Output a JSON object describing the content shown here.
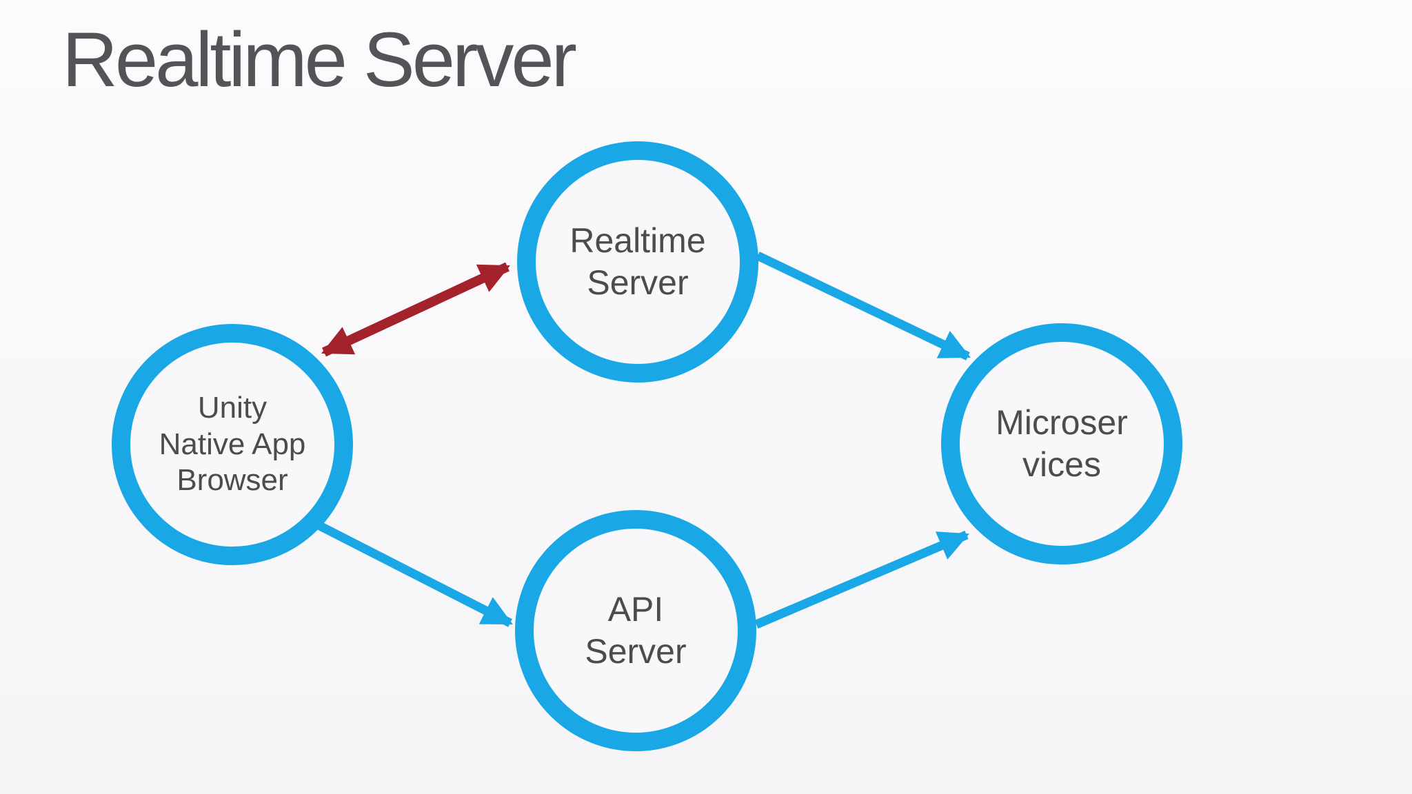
{
  "slide": {
    "title": "Realtime Server"
  },
  "colors": {
    "accent_blue": "#1aa7e5",
    "arrow_red": "#a3222b",
    "node_text_gray": "#4c4c4e",
    "title_gray": "#545357",
    "background": "#f7f6f8"
  },
  "nodes": [
    {
      "id": "unity-native-app-browser",
      "lines": [
        "Unity",
        "Native App",
        "Browser"
      ]
    },
    {
      "id": "realtime-server",
      "lines": [
        "Realtime",
        "Server"
      ]
    },
    {
      "id": "api-server",
      "lines": [
        "API",
        "Server"
      ]
    },
    {
      "id": "microservices",
      "lines": [
        "Microser",
        "vices"
      ]
    }
  ],
  "edges": [
    {
      "from": "unity-native-app-browser",
      "to": "realtime-server",
      "style": "bidirectional",
      "color": "red"
    },
    {
      "from": "realtime-server",
      "to": "microservices",
      "style": "one-way",
      "color": "blue"
    },
    {
      "from": "unity-native-app-browser",
      "to": "api-server",
      "style": "one-way",
      "color": "blue"
    },
    {
      "from": "api-server",
      "to": "microservices",
      "style": "one-way",
      "color": "blue"
    }
  ]
}
